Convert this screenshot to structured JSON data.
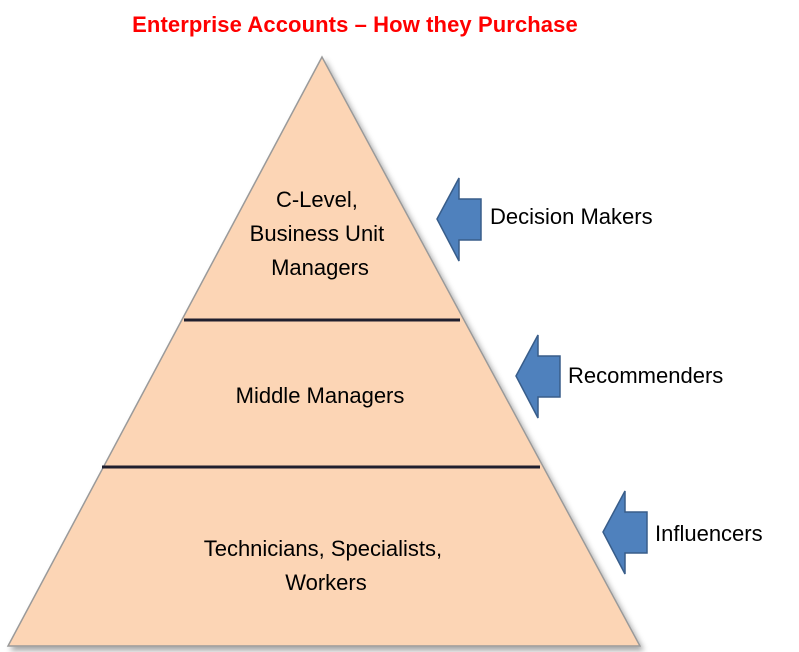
{
  "title": "Enterprise Accounts – How they Purchase",
  "colors": {
    "title": "#ff0000",
    "pyramid_fill": "#fcd5b5",
    "divider": "#1f1f2e",
    "arrow_fill": "#4f81bd",
    "arrow_stroke": "#385d8a"
  },
  "tiers": [
    {
      "lines": [
        "C-Level,",
        "Business Unit",
        "Managers"
      ],
      "role": "Decision Makers"
    },
    {
      "lines": [
        "Middle Managers"
      ],
      "role": "Recommenders"
    },
    {
      "lines": [
        "Technicians, Specialists,",
        "Workers"
      ],
      "role": "Influencers"
    }
  ],
  "icons": {
    "role_pointer": "left-arrow-icon"
  }
}
